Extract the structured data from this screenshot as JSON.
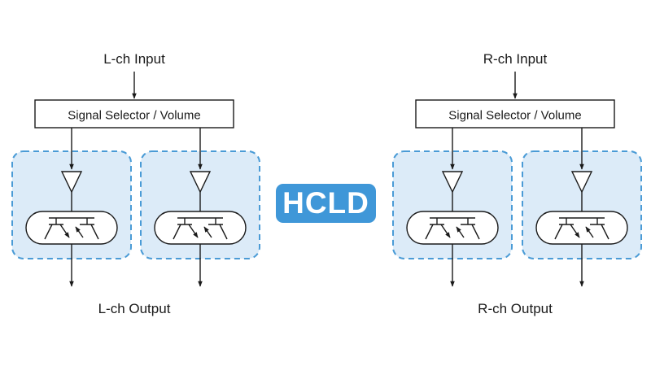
{
  "left_channel": {
    "input_label": "L-ch Input",
    "selector_label": "Signal Selector / Volume",
    "output_label": "L-ch Output"
  },
  "right_channel": {
    "input_label": "R-ch Input",
    "selector_label": "Signal Selector / Volume",
    "output_label": "R-ch Output"
  },
  "badge": {
    "text": "HCLD"
  },
  "colors": {
    "block_fill": "#dcebf8",
    "block_border": "#4a9bd6",
    "badge_fill": "#3f97d8",
    "line": "#1a1a1a"
  }
}
